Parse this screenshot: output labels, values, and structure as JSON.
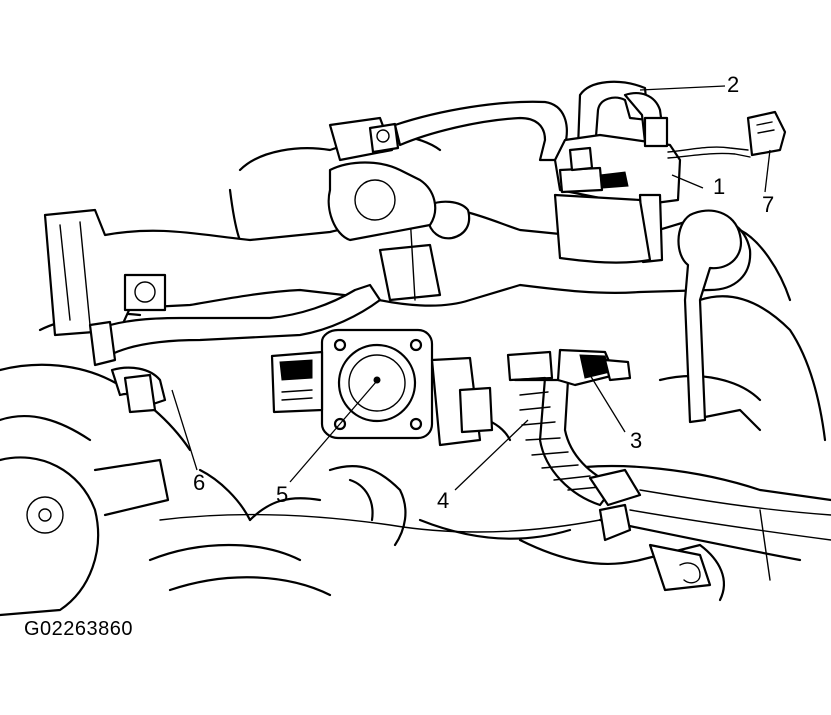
{
  "figure": {
    "id_label": "G02263860"
  },
  "callouts": [
    {
      "key": "1",
      "text": "1"
    },
    {
      "key": "2",
      "text": "2"
    },
    {
      "key": "3",
      "text": "3"
    },
    {
      "key": "4",
      "text": "4"
    },
    {
      "key": "5",
      "text": "5"
    },
    {
      "key": "6",
      "text": "6"
    },
    {
      "key": "7",
      "text": "7"
    }
  ],
  "colors": {
    "ink": "#000000",
    "paper": "#ffffff",
    "shade": "#3a3a3a"
  }
}
